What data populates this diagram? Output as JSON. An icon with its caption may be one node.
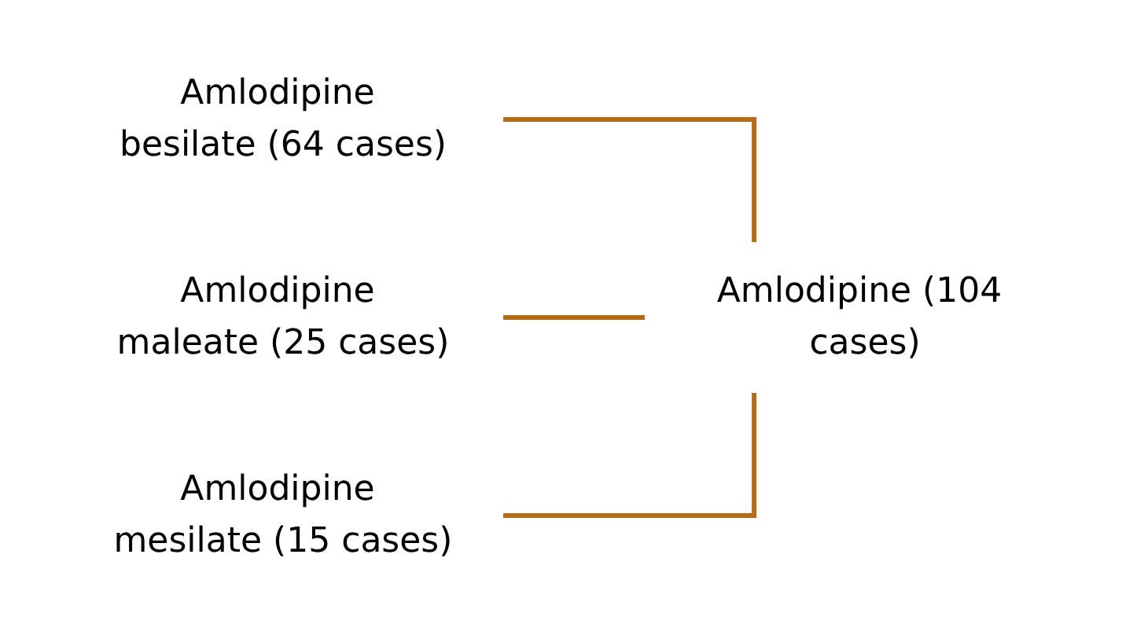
{
  "diagram": {
    "nodes": [
      {
        "text": [
          "Amlodipine besilate (64 cases)"
        ]
      },
      {
        "text": [
          "Amlodipine maleate (25 cases)"
        ]
      },
      {
        "text": [
          "Amlodipine mesilate (15 cases)"
        ]
      },
      {
        "text": [
          "Amlodipine (104 cases)"
        ]
      }
    ],
    "edges": [
      {
        "from": 0,
        "to": 3,
        "arrow": "none"
      },
      {
        "from": 1,
        "to": 3,
        "arrow": "none"
      },
      {
        "from": 2,
        "to": 3,
        "arrow": "none"
      }
    ]
  }
}
